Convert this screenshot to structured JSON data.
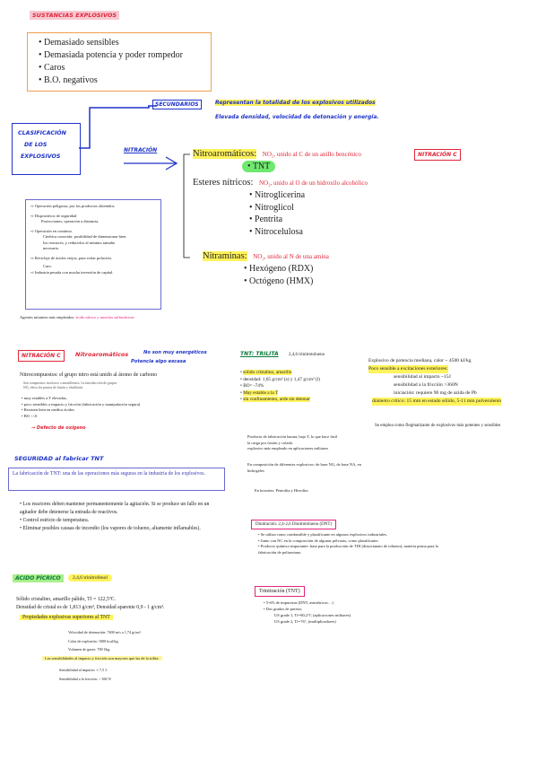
{
  "sustancias": {
    "title": "SUSTANCIAS EXPLOSIVOS",
    "items": [
      "Demasiado sensibles",
      "Demasiada potencia y poder rompedor",
      "Caros",
      "B.O. negativos"
    ]
  },
  "classification": {
    "title_lines": [
      "CLASIFICACIÓN",
      "DE LOS",
      "EXPLOSIVOS"
    ],
    "secundarios_label": "SECUNDARIOS",
    "secundarios_note_1": "Representan la totalidad de los explosivos utilizados",
    "secundarios_note_2": "Elevada densidad, velocidad de detonación y energía.",
    "nitracion_label": "NITRACIÓN"
  },
  "nitro_groups": {
    "nitroaromaticos_label": "Nitroaromáticos:",
    "nitroaromaticos_desc": "NO₂, unido al C de un anillo bencénico",
    "nitracion_c_badge": "NITRACIÓN C",
    "tnt_label": "• TNT",
    "esteres_label": "Esteres nítricos:",
    "esteres_desc": "NO₂, unido al O de un hidroxilo alcohólico",
    "esteres_items": [
      "Nitroglicerina",
      "Nitroglicol",
      "Pentrita",
      "Nitrocelulosa"
    ],
    "nitraminas_label": "Nitraminas:",
    "nitraminas_desc": "NO₂, unido al N de una amina",
    "nitraminas_items": [
      "Hexógeno (RDX)",
      "Octógeno (HMX)"
    ]
  },
  "operation_box": {
    "items": [
      {
        "text": "Operación peligrosa, por los productos obtenidos.",
        "sub": ""
      },
      {
        "text": "Dispositivos de seguridad",
        "sub": "Protecciones, operación a distancia."
      },
      {
        "text": "Operación en continuo.",
        "sub": "Cinética conocida: posibilidad de dimensionar bien los reactores, y reducirlos al mínimo tamaño necesario."
      },
      {
        "text": "Reciclaje de ácidos viejos, para evitar polución.",
        "sub": "Caro."
      },
      {
        "text": "Industria pesada con mucha inversión de capital.",
        "sub": ""
      }
    ],
    "agents_prefix": "Agentes nitrantes más empleados:",
    "agents_value": "ácido nítrico y mezclas sulfonítricas"
  },
  "nitracion_c_section": {
    "badge": "NITRACIÓN C",
    "title": "Nitroaromáticos",
    "note_1": "No son muy energéticos",
    "note_2": "Potencia algo escasa",
    "intro": "Nitrocompuestos: el grupo nitro está unido al átomo de carbono",
    "small_1": "Son compuestos incoloros o amarillentos. La introducción de grupos",
    "small_2": "NO₂ eleva los puntos de fusión y ebullición.",
    "bullets": [
      "muy estables a T elevadas,",
      "poco sensibles a impacto y fricción (fabricación y manipulación segura)",
      "Resisten bien en medios ácidos",
      "BO <<0"
    ],
    "deficit": "→ Defecto de oxígeno"
  },
  "tnt_section": {
    "title": "TNT: TRILITA",
    "subtitle": "2,4,6 trinitrotolueno",
    "bullets": [
      "sólido cristalino, amarillo",
      "densidad: 1,65 g/cm³ (s) y 1,47 g/cm³ (l)",
      "BO= -74%",
      "May estable a la T",
      "sin confinamiento, arde sin detonar"
    ],
    "fab_1": "Producto de fabricación barata, bajo T, lo que hace fácil",
    "fab_2": "la carga por fusión y colada.",
    "fab_3": "explosivo más empleado en aplicaciones militares",
    "comp_1": "En composición de diferentes explosivos: de base NG, de base NA, en",
    "comp_2": "hidrogeles",
    "boosters": "En boosters: Pentolita y Hexolita",
    "potencia_1": "Explosivo de potencia mediana, calor ~ 4500 kJ/kg",
    "sensible": "Poco sensible a excitaciones exteriores:",
    "imp": "sensibilidad al impacto ~15J",
    "fric": "sensibilidad a la fricción >360N",
    "iniciacion": "iniciación: requiere 90 mg de azida de Pb",
    "diametro": "diámetro crítico: 15 mm en estado sólido, 5-11 mm pulverulento",
    "flegmatizante": "Se emplea como flegmatizante de explosivos más potentes y sensibles"
  },
  "dnt": {
    "title": "Dinitración: 2,4-2,6 Dinitrotolueno (DNT)",
    "bullets": [
      "Se utiliza como combustible y plastificante en algunos explosivos industriales.",
      "Junto con NC en la composición de algunas pólvoras, como plastificante.",
      "Producto químico importante: base para la producción de TDI (diisocianato de tolueno), materia prima para la fabricación de poliuretano."
    ]
  },
  "trinitracion": {
    "title": "Trinitración (TNT)",
    "bullets": [
      "5-6% de impurezas (DNT, asimétricos…)",
      "Dos grados de pureza:"
    ],
    "grades": [
      "US grade 1, Tf=80,2°C (aplicaciones militares)",
      "US grade 2, Tf=76°, (multiplicadores)"
    ]
  },
  "seguridad": {
    "title": "SEGURIDAD al fabricar TNT",
    "intro": "La fabricación de TNT: una de las operaciones más seguras en la industria de los explosivos.",
    "bullets": [
      "Los reactores deben mantener permanentemente la agitación. Si se produce un fallo en un agitador debe detenerse la entrada de reactivos.",
      "Control estricto de temperatura.",
      "Eliminar posibles causas de incendio (los vapores de tolueno, altamente inflamables)."
    ]
  },
  "picrico": {
    "title": "ÁCIDO PÍCRICO",
    "subtitle": "2,4,6 trinitrofenol",
    "line_1": "Sólido cristalino, amarillo pálido, Tf = 122,5ºC.",
    "line_2": "Densidad de cristal es de 1,813 g/cm³, Densidad aparente 0,9 - 1 g/cm³.",
    "props_title": "Propiedades explosivas superiores al TNT",
    "props": [
      "Velocidad de detonación: 7400 m/s a 1,74 g/cm³.",
      "Calor de explosión: 1000 kcal/kg.",
      "Volumen de gases: 700 l/kg."
    ],
    "sens_title": "Las sensibilidades al impacto y fricción son mayores que las de la trilita:",
    "sens": [
      "Sensibilidad al impacto: ≈ 7,5 J.",
      "Sensibilidad a la fricción: > 360 N"
    ]
  }
}
